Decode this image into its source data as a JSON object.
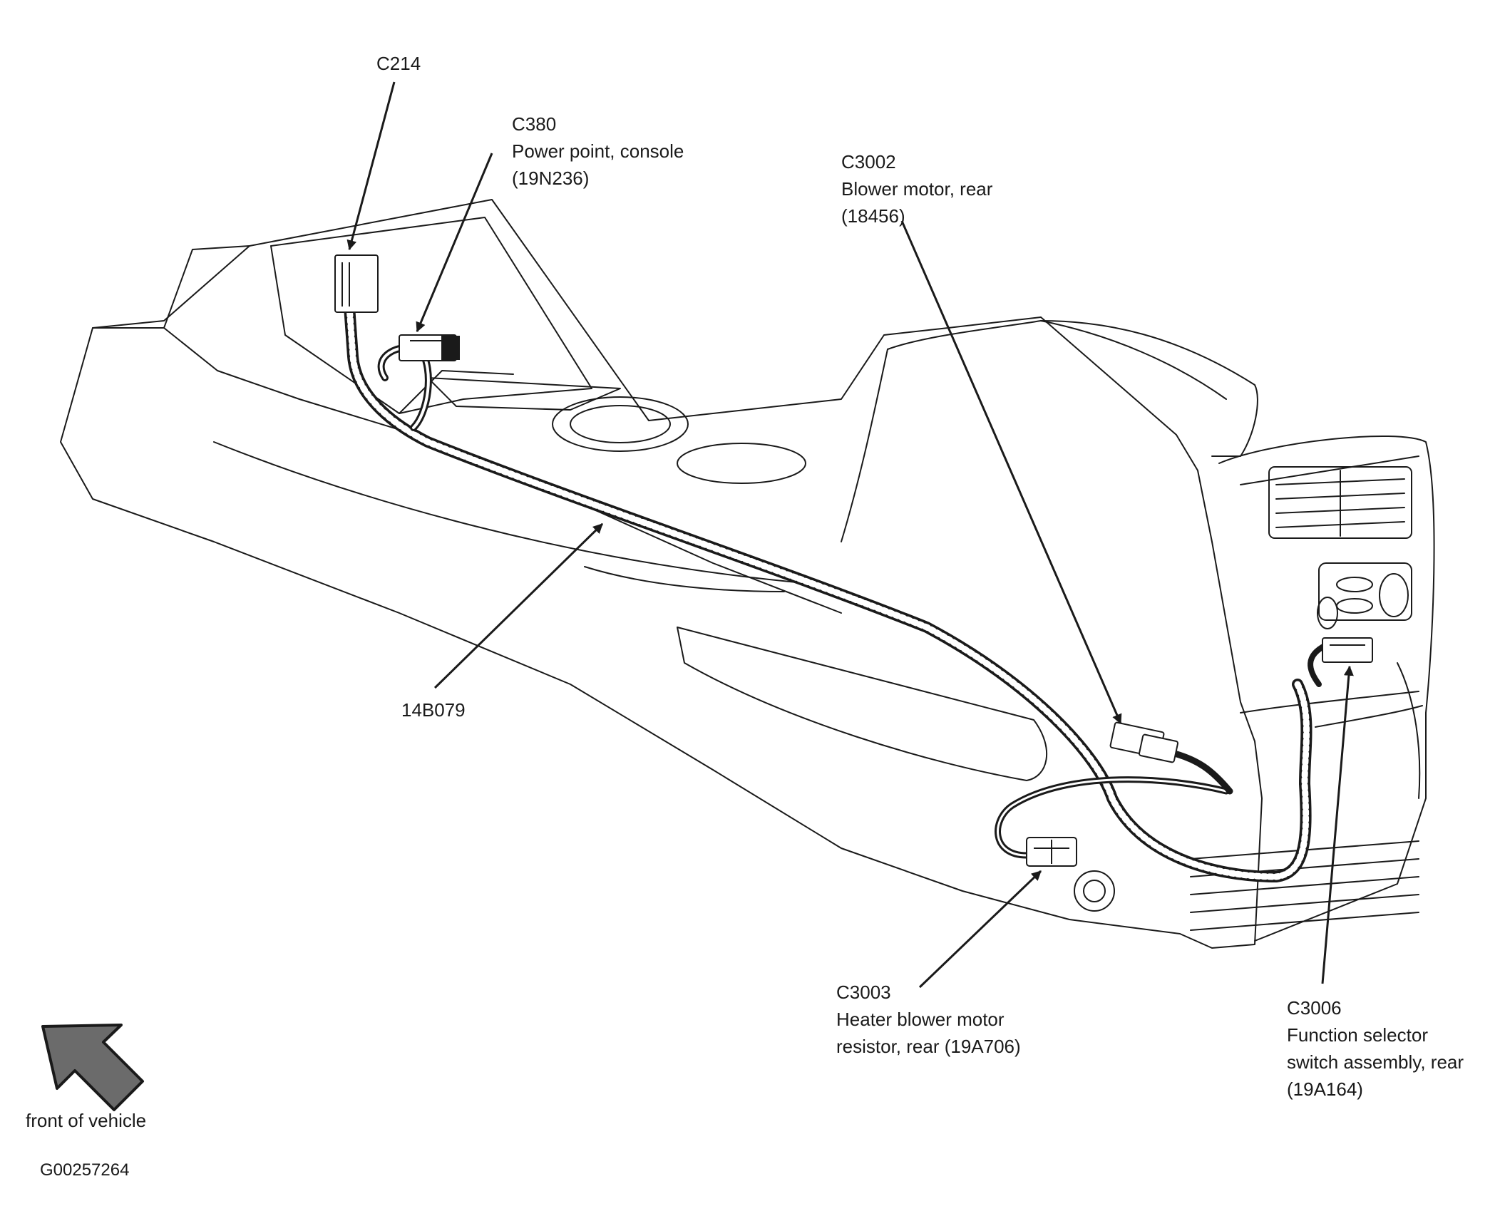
{
  "labels": {
    "c214": {
      "code": "C214"
    },
    "c380": {
      "code": "C380",
      "desc1": "Power point, console",
      "desc2": "(19N236)"
    },
    "c3002": {
      "code": "C3002",
      "desc1": "Blower motor, rear",
      "desc2": "(18456)"
    },
    "harness": {
      "code": "14B079"
    },
    "c3003": {
      "code": "C3003",
      "desc1": "Heater blower motor",
      "desc2": "resistor, rear (19A706)"
    },
    "c3006": {
      "code": "C3006",
      "desc1": "Function selector",
      "desc2": "switch assembly, rear",
      "desc3": "(19A164)"
    }
  },
  "orientation": {
    "text": "front of vehicle",
    "icon": "front-arrow-icon"
  },
  "figure_id": "G00257264",
  "colors": {
    "line": "#1a1a1a",
    "background": "#ffffff",
    "arrow_fill": "#6b6b6b"
  }
}
